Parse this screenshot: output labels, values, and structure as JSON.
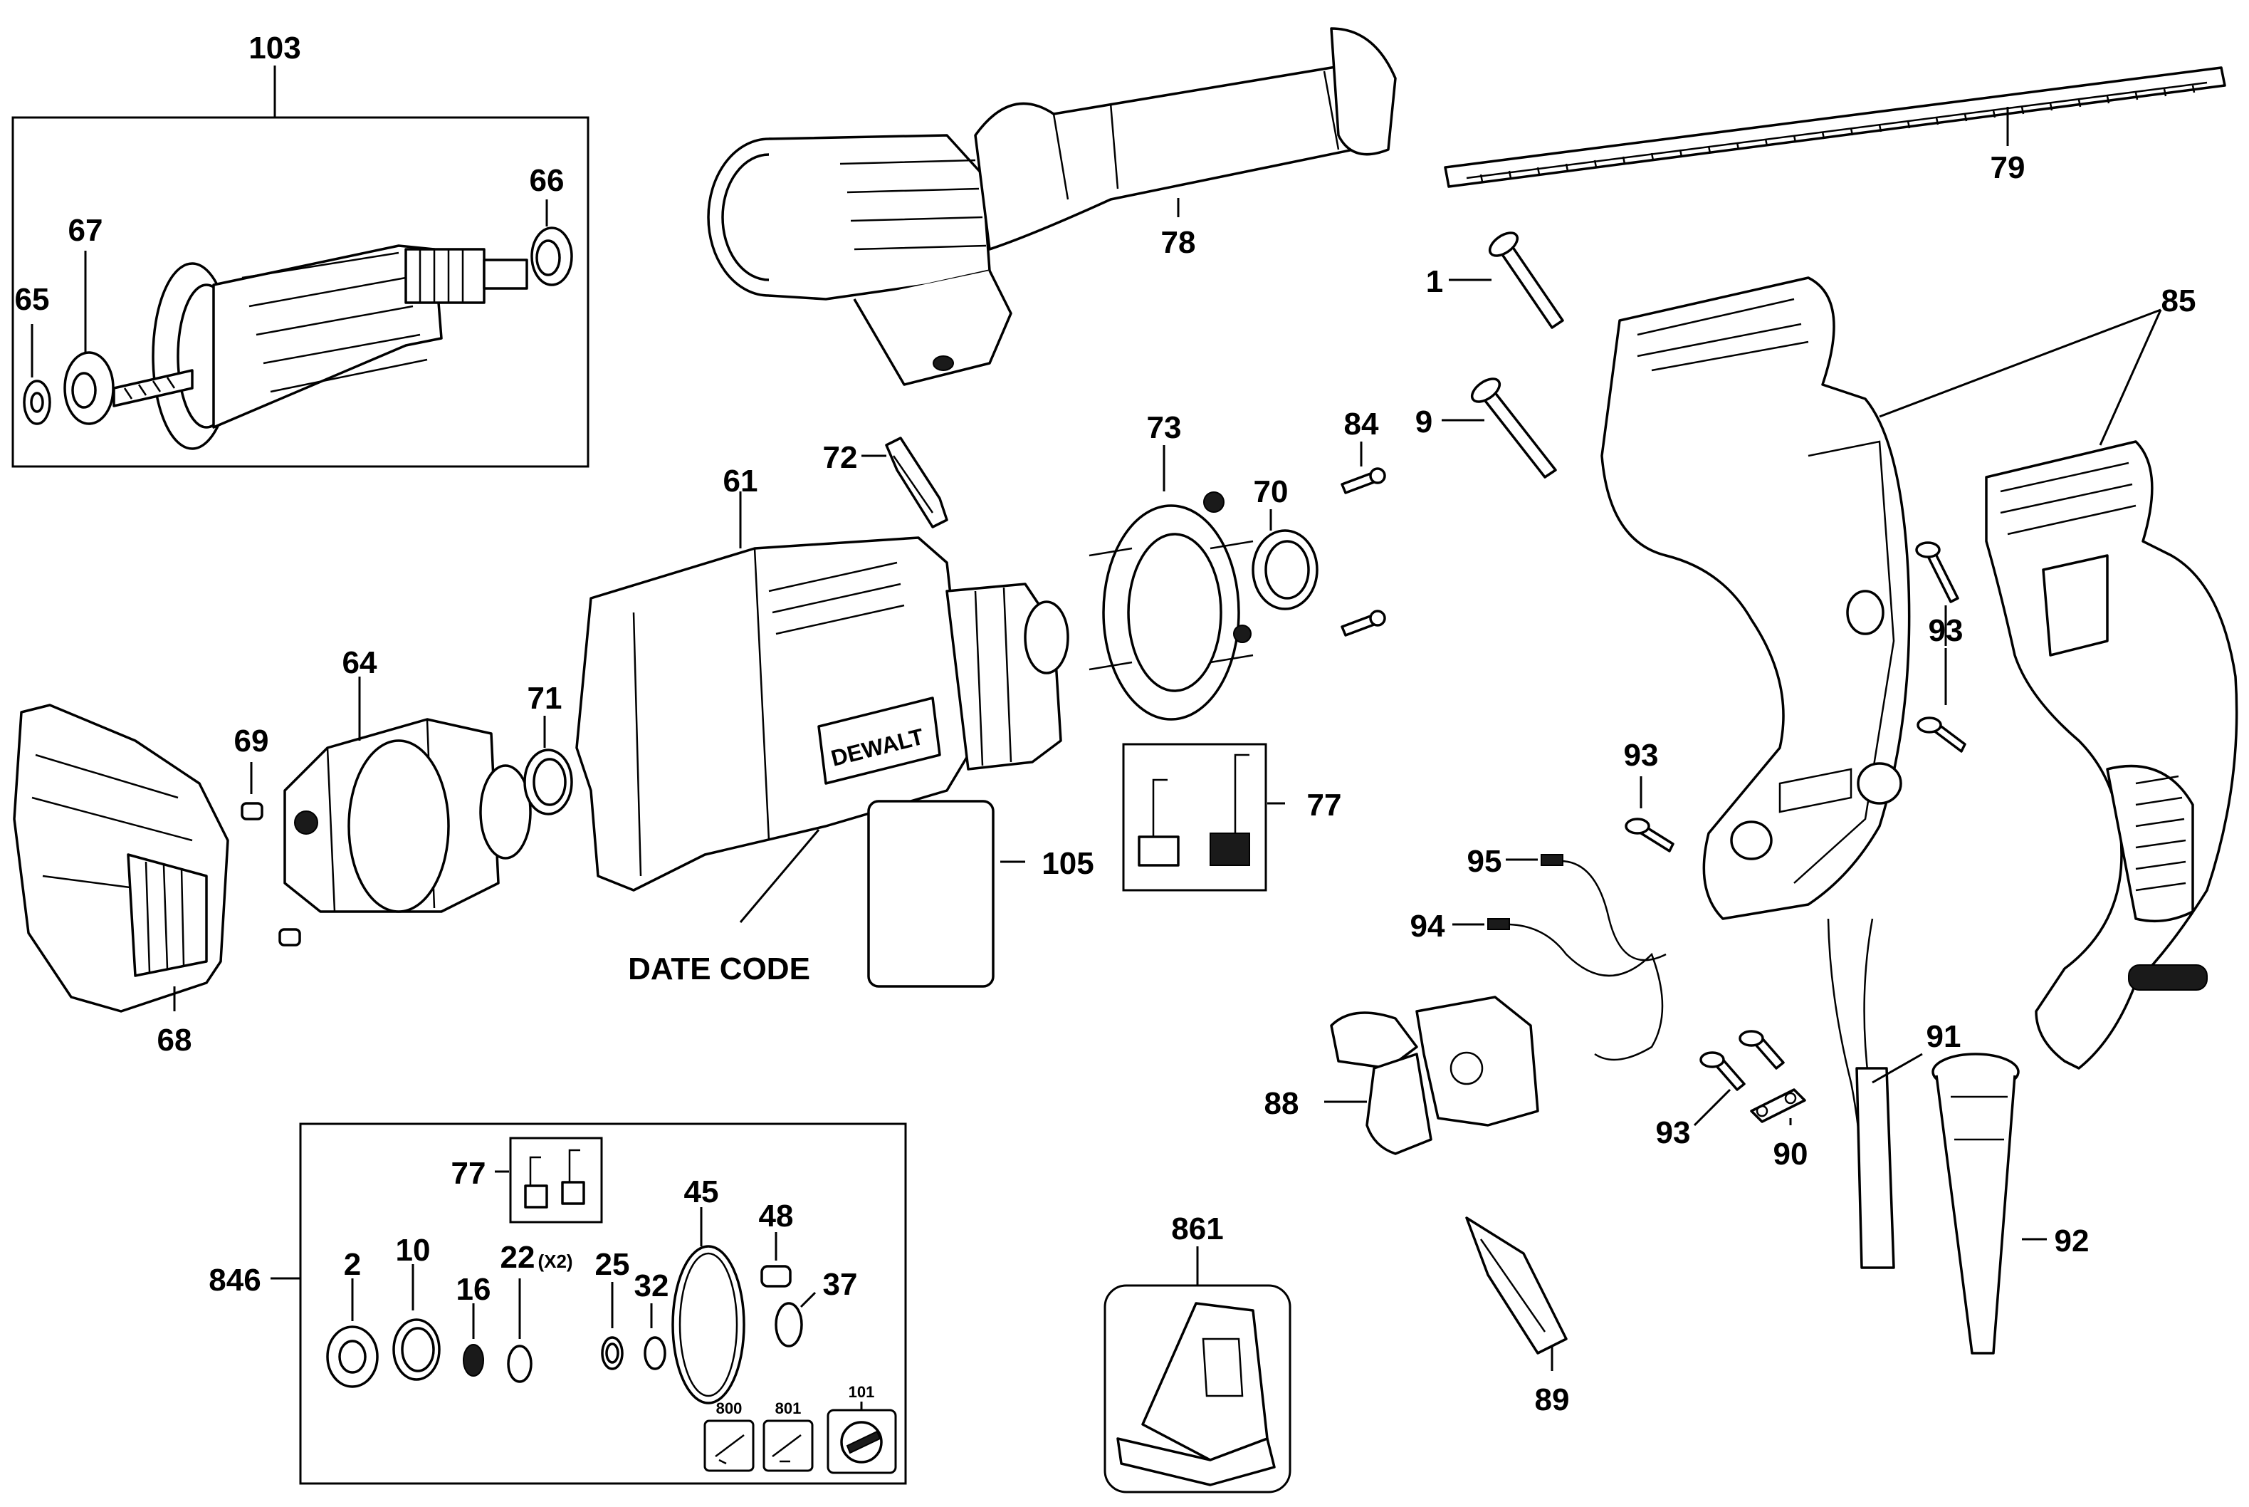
{
  "labels": {
    "p103": "103",
    "p66": "66",
    "p67": "67",
    "p65": "65",
    "p78": "78",
    "p79": "79",
    "p1": "1",
    "p9": "9",
    "p85": "85",
    "p72": "72",
    "p73": "73",
    "p84": "84",
    "p70": "70",
    "p61": "61",
    "p64": "64",
    "p71": "71",
    "p69": "69",
    "p68": "68",
    "p77": "77",
    "p105": "105",
    "date_code": "DATE CODE",
    "p93a": "93",
    "p93b": "93",
    "p93c": "93",
    "p95": "95",
    "p94": "94",
    "p88": "88",
    "p91": "91",
    "p90": "90",
    "p92": "92",
    "p89": "89",
    "p861": "861",
    "p846": "846",
    "p77k": "77",
    "p2": "2",
    "p10": "10",
    "p16": "16",
    "p22": "22",
    "x2": "(X2)",
    "p25": "25",
    "p32": "32",
    "p45": "45",
    "p48": "48",
    "p37": "37",
    "p800": "800",
    "p801": "801",
    "p101": "101"
  },
  "brand": "DEWALT"
}
